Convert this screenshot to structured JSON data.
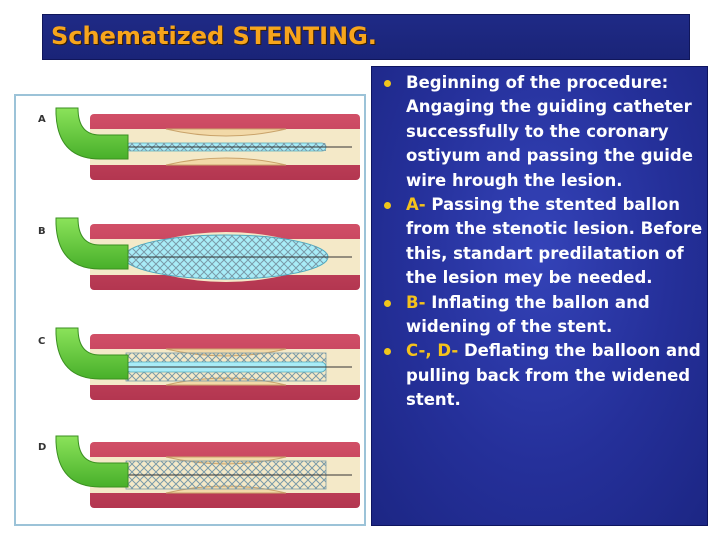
{
  "slide": {
    "title": "Schematized STENTING."
  },
  "figure": {
    "panels": [
      {
        "label": "A",
        "state": "deflated-balloon-in-lesion"
      },
      {
        "label": "B",
        "state": "inflated-balloon-expanded-stent"
      },
      {
        "label": "C",
        "state": "deflated-balloon-in-stent"
      },
      {
        "label": "D",
        "state": "stent-alone"
      }
    ],
    "colors": {
      "vessel_wall": "#c63f5a",
      "vessel_lumen": "#f4e9c8",
      "plaque": "#f2d9a8",
      "catheter": "#6fd13b",
      "stent": "#7a9aa8",
      "balloon": "#a8ecf7"
    }
  },
  "bullets": [
    {
      "prefix": "",
      "text": "Beginning of the procedure: Angaging the guiding catheter successfully to the coronary ostiyum and passing the guide wire hrough the lesion."
    },
    {
      "prefix": "A-",
      "text": "Passing the stented ballon from the stenotic lesion. Before this, standart predilatation of the lesion mey be needed."
    },
    {
      "prefix": "B-",
      "text": "Inflating the ballon and widening of the stent."
    },
    {
      "prefix": "C-,  D-",
      "text": "Deflating the balloon and pulling back from the widened stent."
    }
  ],
  "colors": {
    "title_bg": "#1f2a86",
    "title_text": "#f7a51c",
    "body_bg": "#2a36a6",
    "bullet_text": "#ffffff",
    "bullet_highlight": "#f5c21b"
  }
}
